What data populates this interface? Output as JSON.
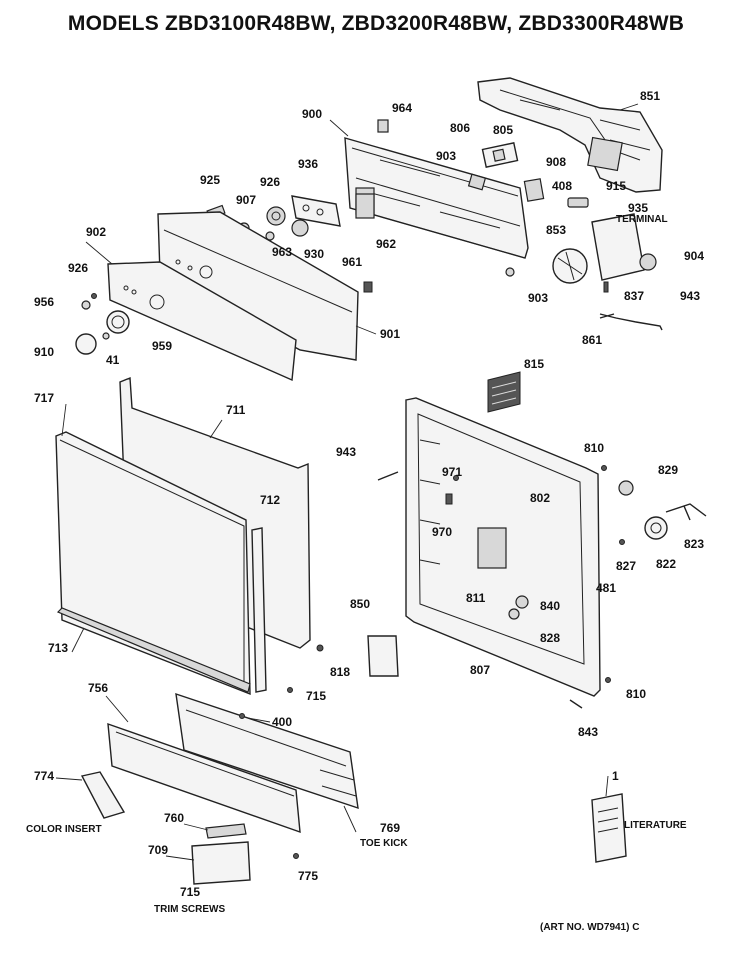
{
  "title": "MODELS ZBD3100R48BW, ZBD3200R48BW, ZBD3300R48WB",
  "art_number": "(ART NO. WD7941) C",
  "captions": {
    "terminal": "TERMINAL",
    "toe_kick": "TOE KICK",
    "color_insert": "COLOR INSERT",
    "trim_screws": "TRIM SCREWS",
    "literature": "LITERATURE"
  },
  "callouts": [
    "851",
    "964",
    "900",
    "806",
    "805",
    "903",
    "908",
    "936",
    "926",
    "925",
    "907",
    "408",
    "915",
    "935",
    "902",
    "963",
    "930",
    "962",
    "853",
    "904",
    "926",
    "961",
    "903",
    "956",
    "837",
    "943",
    "901",
    "910",
    "41",
    "959",
    "861",
    "717",
    "711",
    "815",
    "943",
    "810",
    "971",
    "829",
    "802",
    "712",
    "970",
    "823",
    "822",
    "827",
    "481",
    "850",
    "811",
    "840",
    "713",
    "828",
    "818",
    "807",
    "715",
    "756",
    "810",
    "400",
    "843",
    "774",
    "1",
    "760",
    "769",
    "709",
    "775",
    "715"
  ]
}
